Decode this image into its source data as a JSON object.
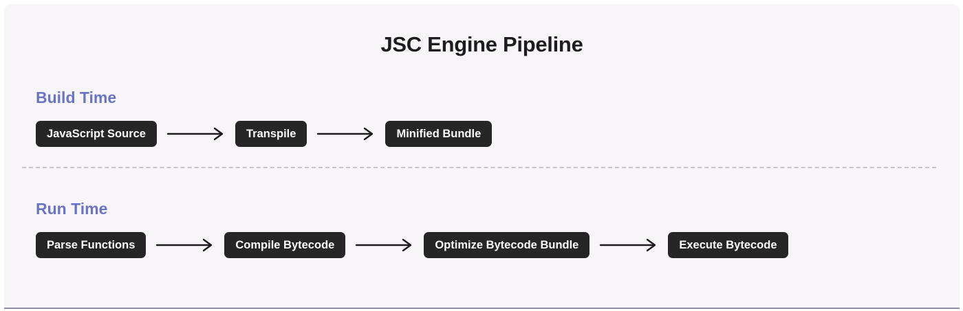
{
  "title": "JSC Engine Pipeline",
  "sections": [
    {
      "label": "Build Time",
      "nodes": [
        "JavaScript Source",
        "Transpile",
        "Minified Bundle"
      ]
    },
    {
      "label": "Run Time",
      "nodes": [
        "Parse Functions",
        "Compile Bytecode",
        "Optimize Bytecode Bundle",
        "Execute Bytecode"
      ]
    }
  ],
  "colors": {
    "panel_bg": "#f8f5f9",
    "node_bg": "#262626",
    "node_text": "#fafafa",
    "title_text": "#1d1d1f",
    "section_label": "#6b74c4",
    "divider": "#c9c3cc",
    "arrow": "#1c1c1c",
    "panel_bottom_edge": "#8f8aa8"
  }
}
